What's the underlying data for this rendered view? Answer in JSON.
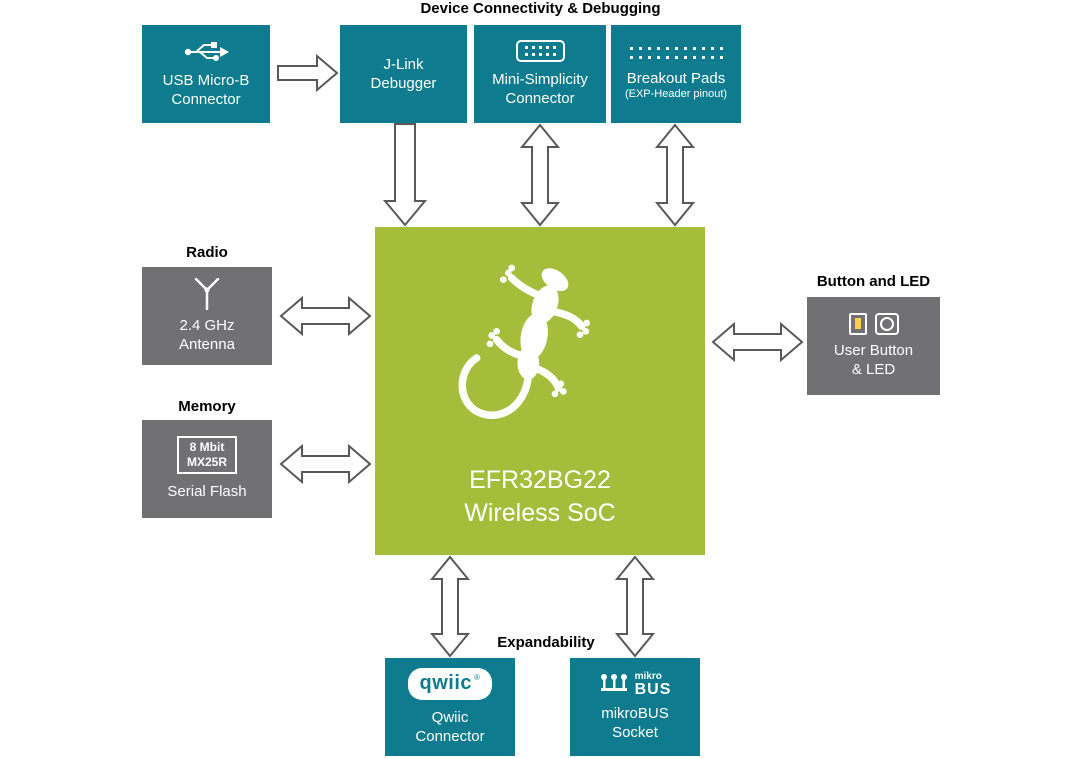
{
  "colors": {
    "teal": "#0E7C8E",
    "green": "#A6BD3B",
    "gray": "#717173",
    "arrow_outline": "#58595B",
    "led_yellow": "#F5D243"
  },
  "labels": {
    "top": "Device Connectivity & Debugging",
    "radio": "Radio",
    "memory": "Memory",
    "button_led": "Button and LED",
    "expandability": "Expandability"
  },
  "blocks": {
    "usb": {
      "line1": "USB Micro-B",
      "line2": "Connector"
    },
    "jlink": {
      "line1": "J-Link",
      "line2": "Debugger"
    },
    "mini_simplicity": {
      "line1": "Mini-Simplicity",
      "line2": "Connector"
    },
    "breakout": {
      "line1": "Breakout Pads",
      "line2": "(EXP-Header pinout)"
    },
    "soc": {
      "line1": "EFR32BG22",
      "line2": "Wireless SoC"
    },
    "antenna": {
      "line1": "2.4 GHz",
      "line2": "Antenna"
    },
    "serial_flash": {
      "chip_line1": "8 Mbit",
      "chip_line2": "MX25R",
      "line1": "Serial Flash"
    },
    "user_button": {
      "line1": "User Button",
      "line2": "& LED"
    },
    "qwiic": {
      "logo": "qwiic",
      "reg": "®",
      "line1": "Qwiic",
      "line2": "Connector"
    },
    "mikrobus": {
      "logo_top": "mikro",
      "logo_bottom": "BUS",
      "line1": "mikroBUS",
      "line2": "Socket"
    }
  }
}
